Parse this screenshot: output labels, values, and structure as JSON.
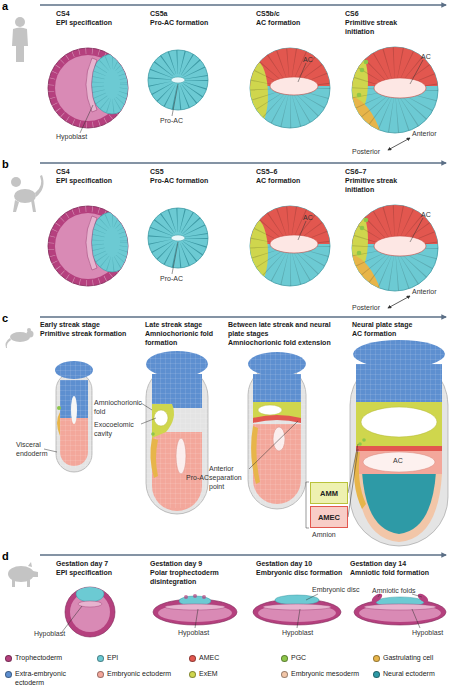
{
  "diagram": {
    "nodes": [
      {
        "text": [
          "AMM"
        ]
      },
      {
        "text": [
          "AMEC"
        ]
      }
    ],
    "labels": [
      "a",
      "CS4",
      "EPI specification",
      "Hypoblast",
      "CS5a",
      "Pro-AC formation",
      "Pro-AC",
      "CS5b/c",
      "AC formation",
      "AC",
      "CS6",
      "Primitive streak initiation",
      "AC",
      "Anterior",
      "Posterior",
      "b",
      "CS4",
      "EPI specification",
      "CS5",
      "Pro-AC formation",
      "Pro-AC",
      "CS5–6",
      "AC formation",
      "AC",
      "CS6–7",
      "Primitive streak initiation",
      "AC",
      "Anterior",
      "Posterior",
      "c",
      "Early streak stage",
      "Primitive streak formation",
      "Visceral endoderm",
      "Late streak stage",
      "Amniochorionic fold formation",
      "Amniochorionic fold",
      "Exocoelomic cavity",
      "Pro-AC",
      "Between late streak and neural plate stages",
      "Amniochorionic fold extension",
      "Anterior separation point",
      "Neural plate stage",
      "AC formation",
      "Amnion",
      "AC",
      "d",
      "Gestation day 7",
      "EPI specification",
      "Hypoblast",
      "Gestation day 9",
      "Polar trophectoderm disintegration",
      "Hypoblast",
      "Gestation day 10",
      "Embryonic disc formation",
      "Embryonic disc",
      "Hypoblast",
      "Gestation day 14",
      "Amniotic fold formation",
      "Amniotic folds",
      "Hypoblast"
    ],
    "legend": [
      {
        "text": "Trophectoderm",
        "color": "#b5407e"
      },
      {
        "text": "EPI",
        "color": "#6ccad3"
      },
      {
        "text": "AMEC",
        "color": "#e2574f"
      },
      {
        "text": "PGC",
        "color": "#8ec64a"
      },
      {
        "text": "Gastrulating cell",
        "color": "#e7b54a"
      },
      {
        "text": "Extra-embryonic ectoderm",
        "color": "#5d8fd0"
      },
      {
        "text": "Embryonic ectoderm",
        "color": "#f3a79b"
      },
      {
        "text": "ExEM",
        "color": "#cfd64d"
      },
      {
        "text": "Embryonic mesoderm",
        "color": "#f2c6a8"
      },
      {
        "text": "Neural ectoderm",
        "color": "#2e9aa6"
      }
    ]
  }
}
